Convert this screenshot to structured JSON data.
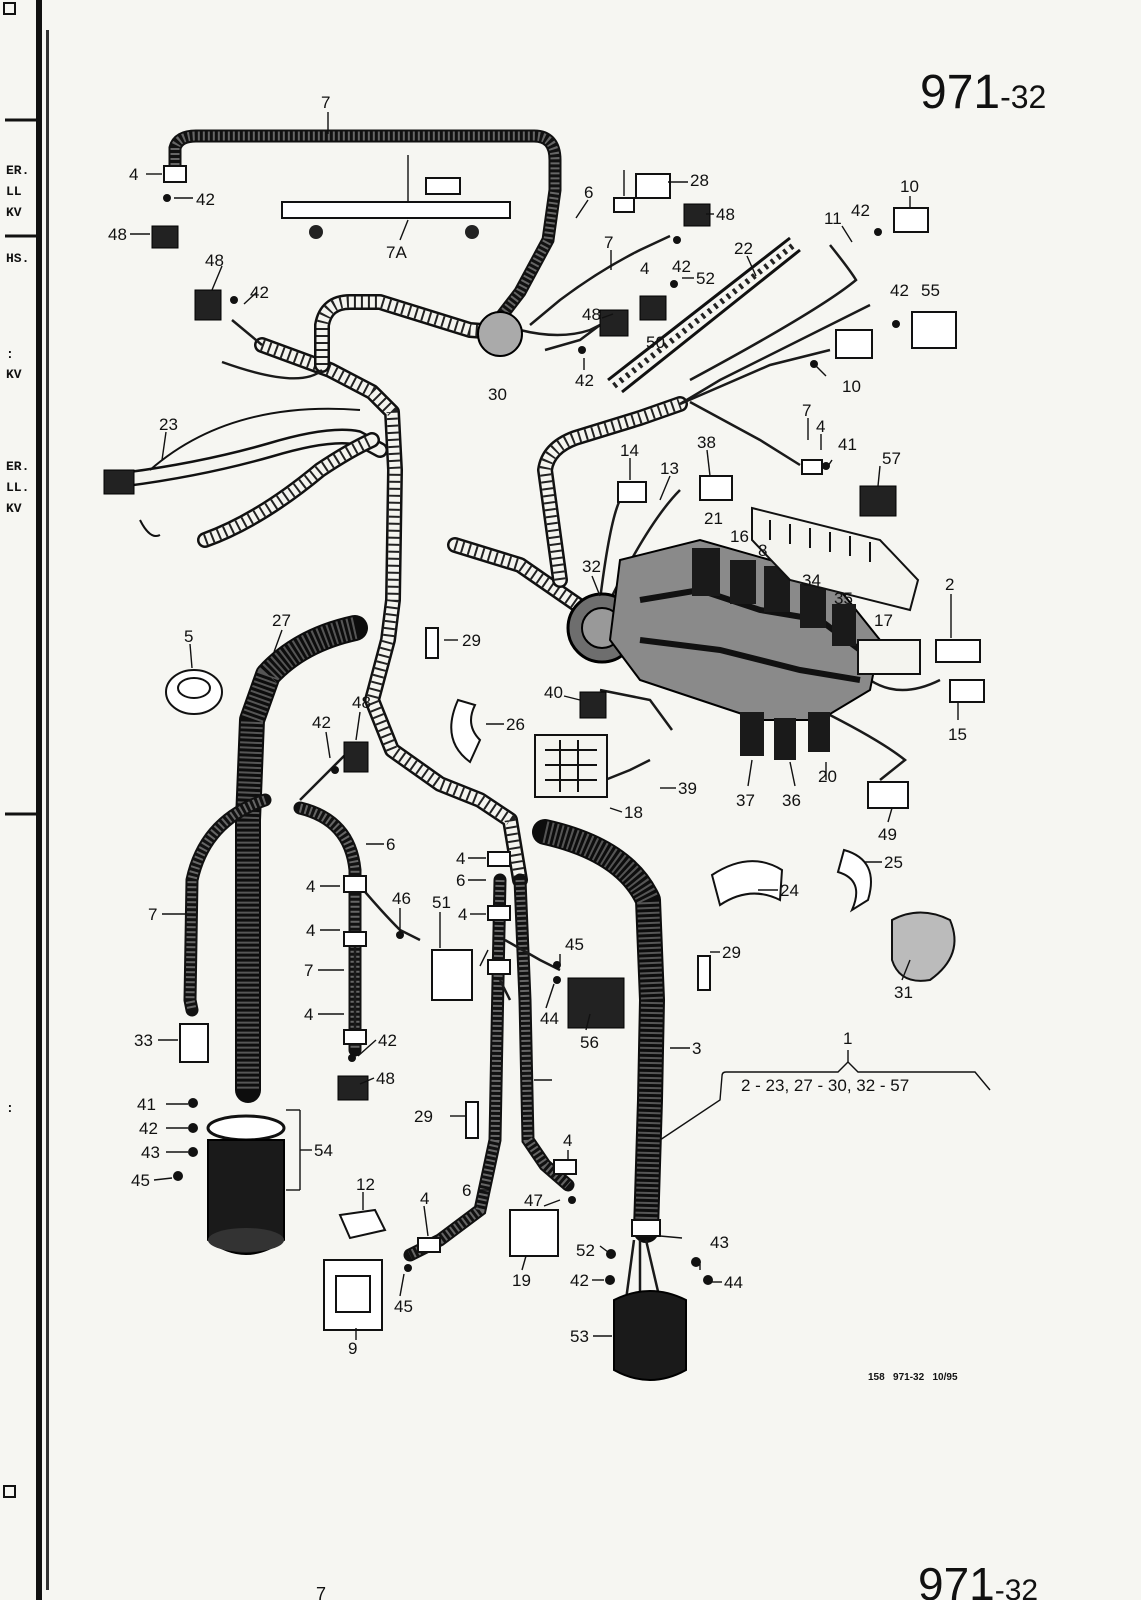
{
  "header": {
    "page_number": "971",
    "page_suffix": "-32"
  },
  "footer": {
    "page_number": "971",
    "page_suffix": "-32",
    "stamp": "158   971-32   10/95",
    "bottom_mark": "7"
  },
  "left_margin": {
    "fragments": [
      "ER.",
      "LL",
      "KV",
      "HS.",
      ":",
      "KV",
      "ER.",
      "LL.",
      "KV",
      ":"
    ]
  },
  "assembly_bracket": {
    "number": "1",
    "range": "2 - 23, 27 - 30, 32 - 57"
  },
  "callouts": [
    "7",
    "4",
    "42",
    "48",
    "7A",
    "28",
    "6",
    "48",
    "7",
    "4",
    "42",
    "52",
    "22",
    "10",
    "11",
    "42",
    "42",
    "55",
    "48",
    "42",
    "48",
    "50",
    "30",
    "42",
    "10",
    "23",
    "7",
    "4",
    "41",
    "57",
    "14",
    "38",
    "13",
    "21",
    "16",
    "8",
    "34",
    "32",
    "35",
    "2",
    "17",
    "15",
    "5",
    "27",
    "29",
    "26",
    "40",
    "48",
    "42",
    "18",
    "39",
    "20",
    "37",
    "36",
    "49",
    "6",
    "4",
    "6",
    "4",
    "46",
    "51",
    "4",
    "7",
    "4",
    "45",
    "44",
    "56",
    "29",
    "24",
    "25",
    "31",
    "33",
    "42",
    "48",
    "7",
    "3",
    "4",
    "41",
    "42",
    "43",
    "45",
    "54",
    "29",
    "6",
    "12",
    "4",
    "47",
    "4",
    "19",
    "45",
    "9",
    "52",
    "42",
    "43",
    "44",
    "53"
  ]
}
